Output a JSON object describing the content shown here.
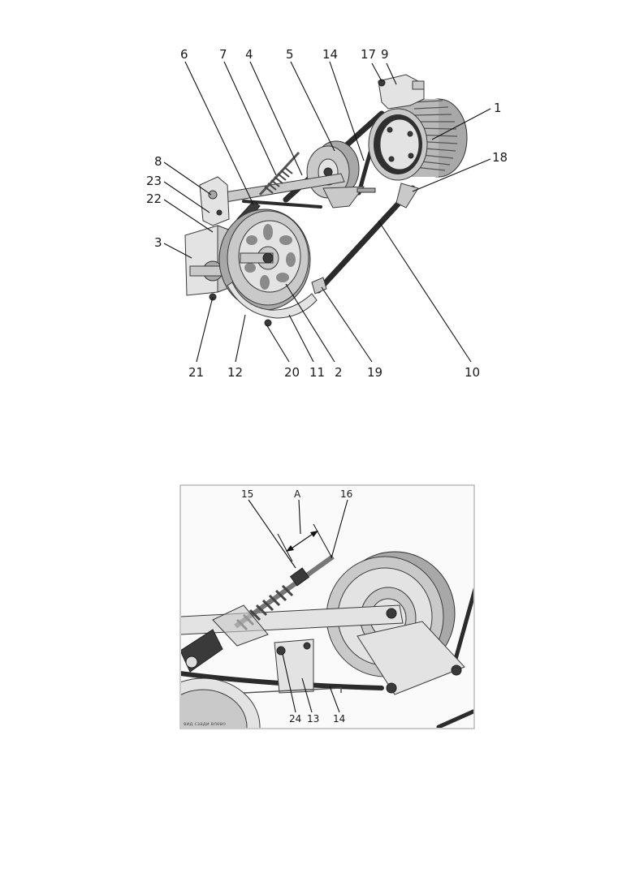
{
  "figure_top": {
    "callouts": {
      "c1": "1",
      "c2": "2",
      "c3": "3",
      "c4": "4",
      "c5": "5",
      "c6": "6",
      "c7": "7",
      "c8": "8",
      "c9": "9",
      "c10": "10",
      "c11": "11",
      "c12": "12",
      "c14": "14",
      "c17": "17",
      "c18": "18",
      "c19": "19",
      "c20": "20",
      "c21": "21",
      "c22": "22",
      "c23": "23"
    }
  },
  "figure_bottom": {
    "callouts": {
      "c15": "15",
      "cA": "A",
      "c16": "16",
      "c24": "24",
      "c13": "13",
      "c14": "14"
    },
    "caption": "вид сзади влево"
  }
}
